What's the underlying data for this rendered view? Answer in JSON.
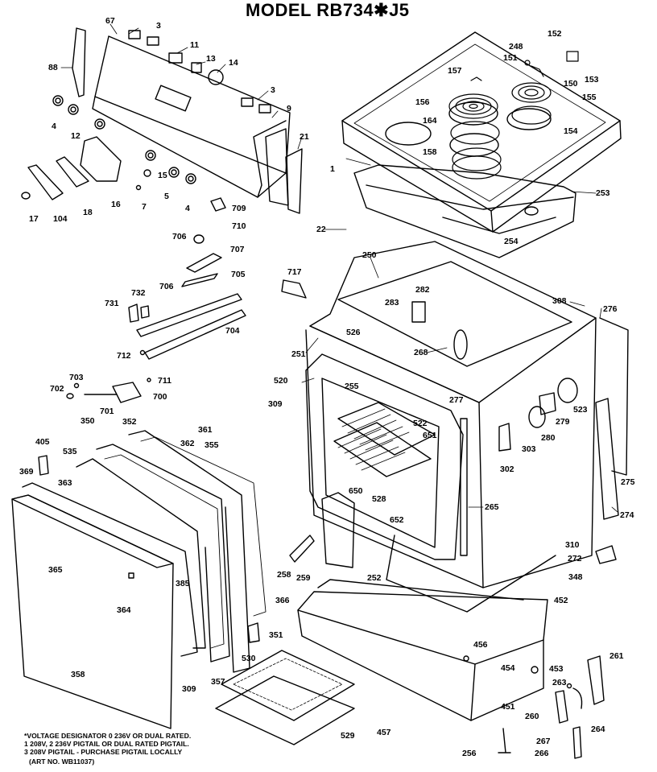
{
  "title": "MODEL RB734✱J5",
  "parts": [
    {
      "id": "p67",
      "label": "67"
    },
    {
      "id": "p3a",
      "label": "3"
    },
    {
      "id": "p11",
      "label": "11"
    },
    {
      "id": "p13",
      "label": "13"
    },
    {
      "id": "p14",
      "label": "14"
    },
    {
      "id": "p88",
      "label": "88"
    },
    {
      "id": "p4a",
      "label": "4"
    },
    {
      "id": "p12",
      "label": "12"
    },
    {
      "id": "p3b",
      "label": "3"
    },
    {
      "id": "p9",
      "label": "9"
    },
    {
      "id": "p21",
      "label": "21"
    },
    {
      "id": "p15",
      "label": "15"
    },
    {
      "id": "p5",
      "label": "5"
    },
    {
      "id": "p16",
      "label": "16"
    },
    {
      "id": "p18",
      "label": "18"
    },
    {
      "id": "p104",
      "label": "104"
    },
    {
      "id": "p17",
      "label": "17"
    },
    {
      "id": "p7",
      "label": "7"
    },
    {
      "id": "p4b",
      "label": "4"
    },
    {
      "id": "p709",
      "label": "709"
    },
    {
      "id": "p710",
      "label": "710"
    },
    {
      "id": "p706a",
      "label": "706"
    },
    {
      "id": "p707",
      "label": "707"
    },
    {
      "id": "p706b",
      "label": "706"
    },
    {
      "id": "p705",
      "label": "705"
    },
    {
      "id": "p732",
      "label": "732"
    },
    {
      "id": "p731",
      "label": "731"
    },
    {
      "id": "p704",
      "label": "704"
    },
    {
      "id": "p712",
      "label": "712"
    },
    {
      "id": "p717",
      "label": "717"
    },
    {
      "id": "p703",
      "label": "703"
    },
    {
      "id": "p702",
      "label": "702"
    },
    {
      "id": "p711",
      "label": "711"
    },
    {
      "id": "p700",
      "label": "700"
    },
    {
      "id": "p701",
      "label": "701"
    },
    {
      "id": "p248",
      "label": "248"
    },
    {
      "id": "p152",
      "label": "152"
    },
    {
      "id": "p151",
      "label": "151"
    },
    {
      "id": "p153",
      "label": "153"
    },
    {
      "id": "p157",
      "label": "157"
    },
    {
      "id": "p150",
      "label": "150"
    },
    {
      "id": "p156",
      "label": "156"
    },
    {
      "id": "p155",
      "label": "155"
    },
    {
      "id": "p164",
      "label": "164"
    },
    {
      "id": "p154",
      "label": "154"
    },
    {
      "id": "p158",
      "label": "158"
    },
    {
      "id": "p1",
      "label": "1"
    },
    {
      "id": "p253",
      "label": "253"
    },
    {
      "id": "p22",
      "label": "22"
    },
    {
      "id": "p254",
      "label": "254"
    },
    {
      "id": "p250",
      "label": "250"
    },
    {
      "id": "p282",
      "label": "282"
    },
    {
      "id": "p283",
      "label": "283"
    },
    {
      "id": "p526",
      "label": "526"
    },
    {
      "id": "p251",
      "label": "251"
    },
    {
      "id": "p268",
      "label": "268"
    },
    {
      "id": "p308",
      "label": "308"
    },
    {
      "id": "p276",
      "label": "276"
    },
    {
      "id": "p520",
      "label": "520"
    },
    {
      "id": "p255",
      "label": "255"
    },
    {
      "id": "p309a",
      "label": "309"
    },
    {
      "id": "p277",
      "label": "277"
    },
    {
      "id": "p522",
      "label": "522"
    },
    {
      "id": "p651",
      "label": "651"
    },
    {
      "id": "p523",
      "label": "523"
    },
    {
      "id": "p279",
      "label": "279"
    },
    {
      "id": "p280",
      "label": "280"
    },
    {
      "id": "p303",
      "label": "303"
    },
    {
      "id": "p302",
      "label": "302"
    },
    {
      "id": "p275",
      "label": "275"
    },
    {
      "id": "p650",
      "label": "650"
    },
    {
      "id": "p528",
      "label": "528"
    },
    {
      "id": "p652",
      "label": "652"
    },
    {
      "id": "p265",
      "label": "265"
    },
    {
      "id": "p274",
      "label": "274"
    },
    {
      "id": "p310",
      "label": "310"
    },
    {
      "id": "p272",
      "label": "272"
    },
    {
      "id": "p348",
      "label": "348"
    },
    {
      "id": "p350",
      "label": "350"
    },
    {
      "id": "p352",
      "label": "352"
    },
    {
      "id": "p361",
      "label": "361"
    },
    {
      "id": "p362",
      "label": "362"
    },
    {
      "id": "p355",
      "label": "355"
    },
    {
      "id": "p405",
      "label": "405"
    },
    {
      "id": "p535",
      "label": "535"
    },
    {
      "id": "p369",
      "label": "369"
    },
    {
      "id": "p363",
      "label": "363"
    },
    {
      "id": "p365",
      "label": "365"
    },
    {
      "id": "p385",
      "label": "385"
    },
    {
      "id": "p364",
      "label": "364"
    },
    {
      "id": "p258",
      "label": "258"
    },
    {
      "id": "p259",
      "label": "259"
    },
    {
      "id": "p252",
      "label": "252"
    },
    {
      "id": "p366",
      "label": "366"
    },
    {
      "id": "p452",
      "label": "452"
    },
    {
      "id": "p351",
      "label": "351"
    },
    {
      "id": "p530",
      "label": "530"
    },
    {
      "id": "p456",
      "label": "456"
    },
    {
      "id": "p454",
      "label": "454"
    },
    {
      "id": "p453",
      "label": "453"
    },
    {
      "id": "p261",
      "label": "261"
    },
    {
      "id": "p358",
      "label": "358"
    },
    {
      "id": "p309b",
      "label": "309"
    },
    {
      "id": "p357",
      "label": "357"
    },
    {
      "id": "p263",
      "label": "263"
    },
    {
      "id": "p451",
      "label": "451"
    },
    {
      "id": "p260",
      "label": "260"
    },
    {
      "id": "p264",
      "label": "264"
    },
    {
      "id": "p529",
      "label": "529"
    },
    {
      "id": "p457",
      "label": "457"
    },
    {
      "id": "p267",
      "label": "267"
    },
    {
      "id": "p256",
      "label": "256"
    },
    {
      "id": "p266",
      "label": "266"
    }
  ],
  "notes": [
    "*VOLTAGE DESIGNATOR 0 236V OR DUAL RATED.",
    "1 208V, 2 236V  PIGTAIL OR DUAL RATED PIGTAIL.",
    "3 208V  PIGTAIL - PURCHASE PIGTAIL LOCALLY"
  ],
  "art_no": "(ART NO. WB11037)"
}
